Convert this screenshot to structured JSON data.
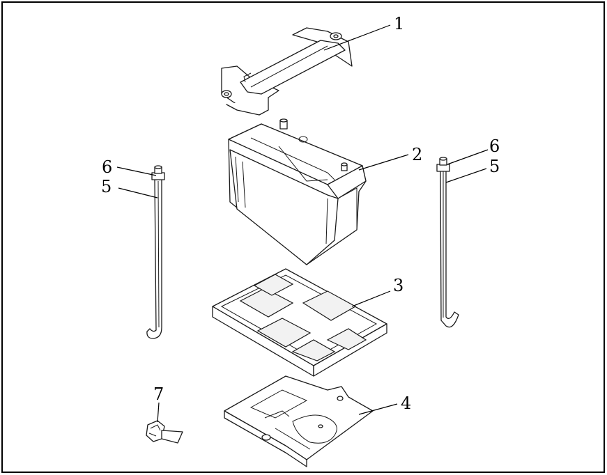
{
  "callouts": [
    {
      "id": "1",
      "text": "1"
    },
    {
      "id": "2",
      "text": "2"
    },
    {
      "id": "3",
      "text": "3"
    },
    {
      "id": "4",
      "text": "4"
    },
    {
      "id": "5a",
      "text": "5"
    },
    {
      "id": "5b",
      "text": "5"
    },
    {
      "id": "6a",
      "text": "6"
    },
    {
      "id": "6b",
      "text": "6"
    },
    {
      "id": "7",
      "text": "7"
    }
  ]
}
